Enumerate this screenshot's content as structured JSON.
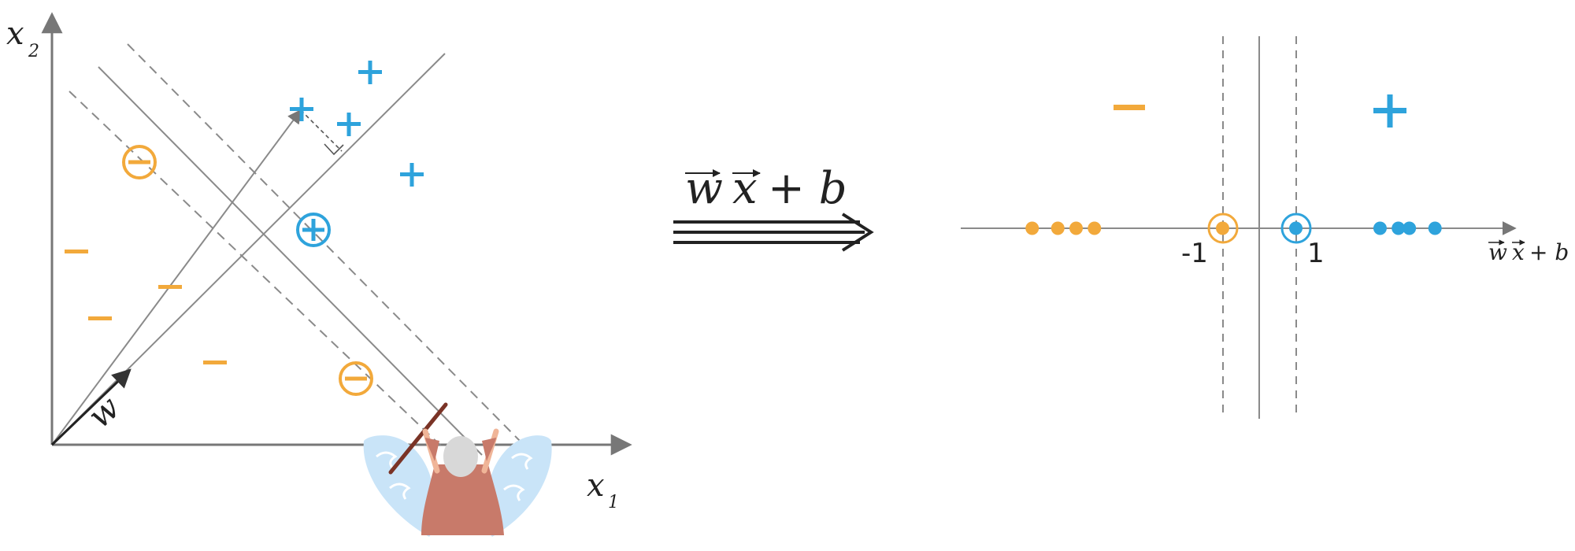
{
  "colors": {
    "positive": "#2ea3dc",
    "negative": "#f2a93b",
    "line": "#888888",
    "axis": "#777777",
    "text": "#222222"
  },
  "left_panel": {
    "x_axis_label": "x",
    "x_axis_subscript": "1",
    "y_axis_label": "x",
    "y_axis_subscript": "2",
    "weight_vector_label": "w",
    "plus_symbol": "+",
    "minus_symbol": "−",
    "support_positive_symbol": "⊕",
    "support_negative_symbol": "⊖",
    "illustration": "wizard-parting-sea"
  },
  "arrow": {
    "formula_w": "w",
    "formula_x": "x",
    "formula_tail": "+ b"
  },
  "right_panel": {
    "tick_neg": "-1",
    "tick_pos": "1",
    "axis_label_w": "w",
    "axis_label_x": "x",
    "axis_label_tail": "+ b",
    "region_neg_symbol": "−",
    "region_pos_symbol": "+",
    "negative_projections": [
      -6.2,
      -5.5,
      -5.0,
      -4.5
    ],
    "negative_support": -1,
    "positive_support": 1,
    "positive_projections": [
      3.3,
      3.8,
      4.1,
      4.8
    ]
  }
}
